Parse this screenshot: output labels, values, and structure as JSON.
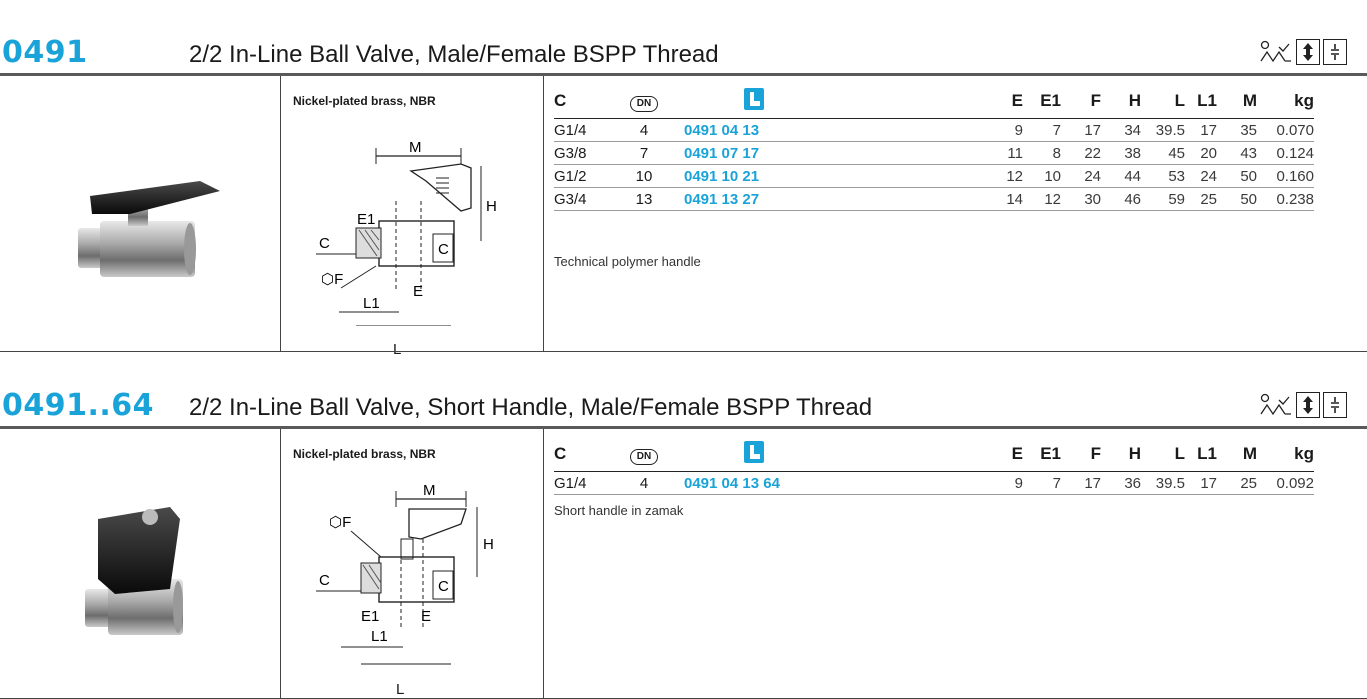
{
  "colors": {
    "accent": "#1aa3d9",
    "text": "#1a1a1a",
    "rule": "#5a5a5a"
  },
  "products": [
    {
      "code": "0491",
      "title": "2/2 In-Line Ball Valve, Male/Female BSPP Thread",
      "material": "Nickel-plated brass, NBR",
      "icons": [
        "pipe-run-icon",
        "vertical-arrows-icon",
        "mounting-icon"
      ],
      "columns": {
        "c": "C",
        "dn": "DN",
        "art": "article-icon",
        "e": "E",
        "e1": "E1",
        "f": "F",
        "h": "H",
        "l": "L",
        "l1": "L1",
        "m": "M",
        "kg": "kg"
      },
      "rows": [
        {
          "c": "G1/4",
          "dn": "4",
          "art": "0491 04 13",
          "e": "9",
          "e1": "7",
          "f": "17",
          "h": "34",
          "l": "39.5",
          "l1": "17",
          "m": "35",
          "kg": "0.070"
        },
        {
          "c": "G3/8",
          "dn": "7",
          "art": "0491 07 17",
          "e": "11",
          "e1": "8",
          "f": "22",
          "h": "38",
          "l": "45",
          "l1": "20",
          "m": "43",
          "kg": "0.124"
        },
        {
          "c": "G1/2",
          "dn": "10",
          "art": "0491 10 21",
          "e": "12",
          "e1": "10",
          "f": "24",
          "h": "44",
          "l": "53",
          "l1": "24",
          "m": "50",
          "kg": "0.160"
        },
        {
          "c": "G3/4",
          "dn": "13",
          "art": "0491 13 27",
          "e": "14",
          "e1": "12",
          "f": "30",
          "h": "46",
          "l": "59",
          "l1": "25",
          "m": "50",
          "kg": "0.238"
        }
      ],
      "note": "Technical polymer handle",
      "drawing_labels": {
        "m": "M",
        "e1": "E1",
        "h": "H",
        "c_left": "C",
        "c_right": "C",
        "f": "⬡F",
        "l1": "L1",
        "e": "E",
        "l": "L"
      }
    },
    {
      "code": "0491..64",
      "title": "2/2 In-Line Ball Valve, Short Handle, Male/Female BSPP Thread",
      "material": "Nickel-plated brass, NBR",
      "icons": [
        "pipe-run-icon",
        "vertical-arrows-icon",
        "mounting-icon"
      ],
      "columns": {
        "c": "C",
        "dn": "DN",
        "art": "article-icon",
        "e": "E",
        "e1": "E1",
        "f": "F",
        "h": "H",
        "l": "L",
        "l1": "L1",
        "m": "M",
        "kg": "kg"
      },
      "rows": [
        {
          "c": "G1/4",
          "dn": "4",
          "art": "0491 04 13 64",
          "e": "9",
          "e1": "7",
          "f": "17",
          "h": "36",
          "l": "39.5",
          "l1": "17",
          "m": "25",
          "kg": "0.092"
        }
      ],
      "note": "Short handle in zamak",
      "drawing_labels": {
        "m": "M",
        "e1": "E1",
        "h": "H",
        "c_left": "C",
        "c_right": "C",
        "f": "⬡F",
        "l1": "L1",
        "e": "E",
        "l": "L"
      }
    }
  ]
}
